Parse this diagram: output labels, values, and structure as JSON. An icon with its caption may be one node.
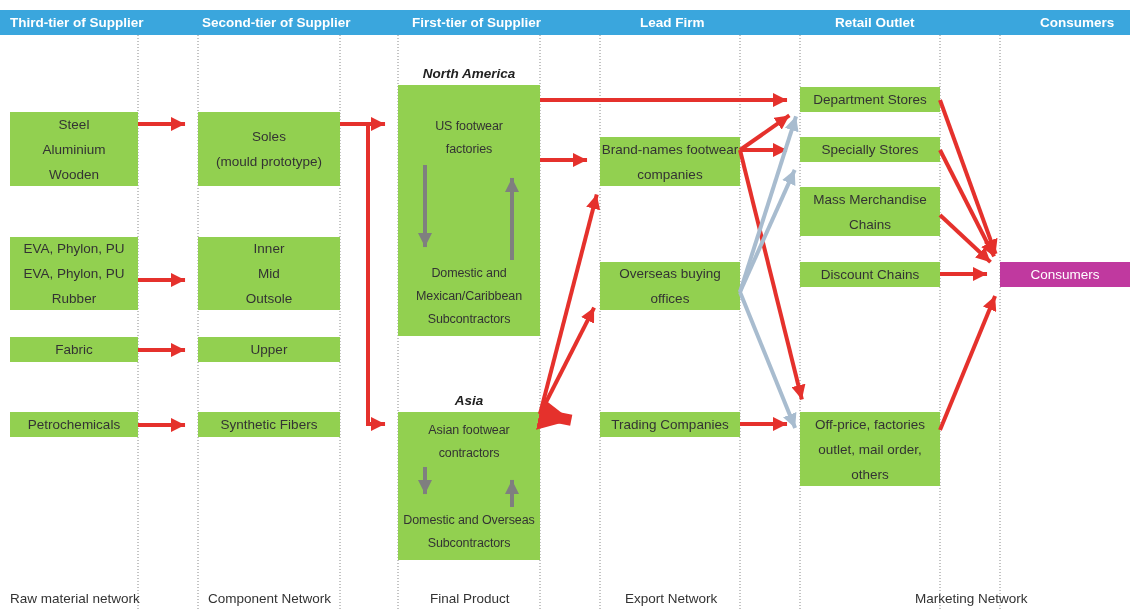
{
  "diagram": {
    "nodes": [
      {
        "text": [
          "Steel",
          "Aluminium",
          "Wooden"
        ]
      },
      {
        "text": [
          "Soles",
          "(mould prototype)"
        ]
      },
      {
        "text": [
          "EVA, Phylon, PU",
          "EVA, Phylon, PU",
          "Rubber"
        ]
      },
      {
        "text": [
          "Inner",
          "Mid",
          "Outsole"
        ]
      },
      {
        "text": [
          "Fabric"
        ]
      },
      {
        "text": [
          "Upper"
        ]
      },
      {
        "text": [
          "Petrochemicals"
        ]
      },
      {
        "text": [
          "Synthetic Fibers"
        ]
      },
      {
        "text": [
          "North America"
        ]
      },
      {
        "text": [
          "US footwear factories"
        ],
        "in": 8
      },
      {
        "text": [
          "Domestic and Mexican/Caribbean Subcontractors"
        ],
        "in": 8
      },
      {
        "text": [
          "Asia"
        ]
      },
      {
        "text": [
          "Asian footwear contractors"
        ],
        "in": 11
      },
      {
        "text": [
          "Domestic and Overseas Subcontractors"
        ],
        "in": 11
      },
      {
        "text": [
          "Brand-names footwear companies"
        ]
      },
      {
        "text": [
          "Overseas buying offices"
        ]
      },
      {
        "text": [
          "Trading Companies"
        ]
      },
      {
        "text": [
          "Department Stores"
        ]
      },
      {
        "text": [
          "Specially Stores"
        ]
      },
      {
        "text": [
          "Mass Merchandise Chains"
        ]
      },
      {
        "text": [
          "Discount Chains"
        ]
      },
      {
        "text": [
          "Off-price, factories outlet, mail order, others"
        ]
      },
      {
        "text": [
          "Consumers"
        ]
      }
    ],
    "edges": [
      {
        "from": 0,
        "to": 1,
        "arrow": "to"
      },
      {
        "from": 2,
        "to": 3,
        "arrow": "to"
      },
      {
        "from": 4,
        "to": 5,
        "arrow": "to"
      },
      {
        "from": 6,
        "to": 7,
        "arrow": "to"
      },
      {
        "from": 1,
        "to": 8,
        "arrow": "to"
      },
      {
        "from": 1,
        "to": 11,
        "arrow": "to"
      },
      {
        "from": 9,
        "to": 10,
        "arrow": "to",
        "color": "#7f7f7f"
      },
      {
        "from": 10,
        "to": 9,
        "arrow": "to",
        "color": "#7f7f7f"
      },
      {
        "from": 12,
        "to": 13,
        "arrow": "to",
        "color": "#7f7f7f"
      },
      {
        "from": 13,
        "to": 12,
        "arrow": "to",
        "color": "#7f7f7f"
      },
      {
        "from": 8,
        "to": 17,
        "arrow": "to"
      },
      {
        "from": 8,
        "to": 14,
        "arrow": "to"
      },
      {
        "from": 11,
        "to": 14,
        "arrow": "to"
      },
      {
        "from": 11,
        "to": 15,
        "arrow": "to"
      },
      {
        "from": 11,
        "to": 16,
        "arrow": "to",
        "style": "thick"
      },
      {
        "from": 14,
        "to": 17,
        "arrow": "to"
      },
      {
        "from": 14,
        "to": 18,
        "arrow": "to"
      },
      {
        "from": 14,
        "to": 21,
        "arrow": "to"
      },
      {
        "from": 15,
        "to": 17,
        "arrow": "to",
        "color": "#a8bccf"
      },
      {
        "from": 15,
        "to": 18,
        "arrow": "to",
        "color": "#a8bccf"
      },
      {
        "from": 15,
        "to": 21,
        "arrow": "to",
        "color": "#a8bccf"
      },
      {
        "from": 16,
        "to": 21,
        "arrow": "to"
      },
      {
        "from": 17,
        "to": 22,
        "arrow": "to"
      },
      {
        "from": 18,
        "to": 22,
        "arrow": "to"
      },
      {
        "from": 19,
        "to": 22,
        "arrow": "to"
      },
      {
        "from": 20,
        "to": 22,
        "arrow": "to"
      },
      {
        "from": 21,
        "to": 22,
        "arrow": "to"
      }
    ],
    "labels": [
      "Third-tier of Supplier",
      "Second-tier of Supplier",
      "First-tier of Supplier",
      "Lead Firm",
      "Retail Outlet",
      "Consumers",
      "Raw material network",
      "Component Network",
      "Final Product",
      "Export Network",
      "Marketing Network"
    ]
  }
}
